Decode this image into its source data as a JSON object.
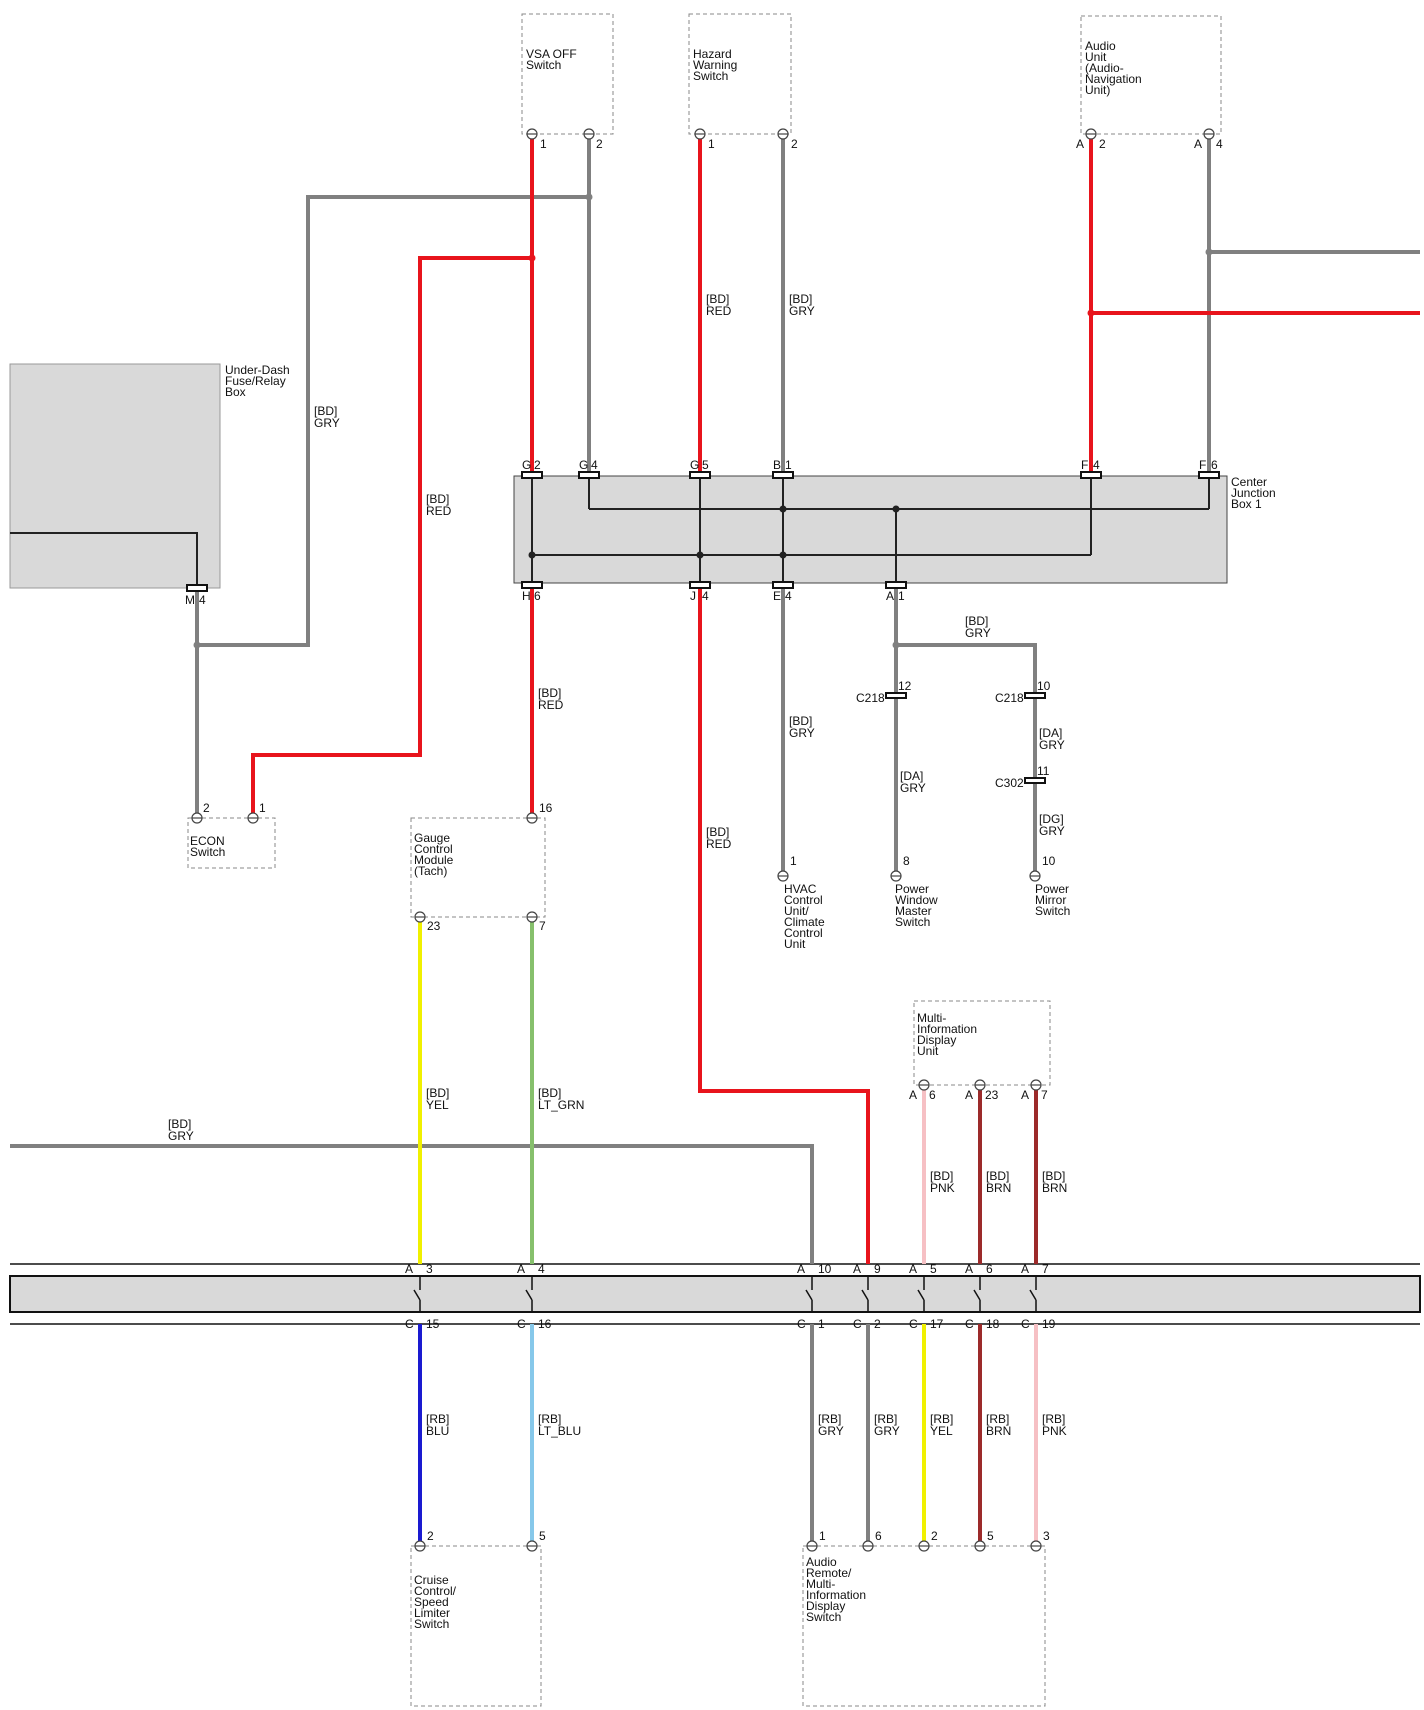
{
  "colors": {
    "GRY": "#808080",
    "RED": "#e8141c",
    "YEL": "#f0f000",
    "LT_GRN": "#86c06c",
    "BLU": "#1a1ad0",
    "LT_BLU": "#86c8ea",
    "PNK": "#f6c0c4",
    "BRN": "#9c2a2a"
  },
  "components": {
    "vsa_off_switch": [
      "VSA OFF",
      "Switch"
    ],
    "hazard_warning_switch": [
      "Hazard",
      "Warning",
      "Switch"
    ],
    "audio_unit": [
      "Audio",
      "Unit",
      "(Audio-",
      "Navigation",
      "Unit)"
    ],
    "under_dash_box": [
      "Under-Dash",
      "Fuse/Relay",
      "Box"
    ],
    "center_junction_box": [
      "Center",
      "Junction",
      "Box 1"
    ],
    "econ_switch": [
      "ECON",
      "Switch"
    ],
    "gauge_control_module": [
      "Gauge",
      "Control",
      "Module",
      "(Tach)"
    ],
    "hvac_control_unit": [
      "HVAC",
      "Control",
      "Unit/",
      "Climate",
      "Control",
      "Unit"
    ],
    "power_window_master_switch": [
      "Power",
      "Window",
      "Master",
      "Switch"
    ],
    "power_mirror_switch": [
      "Power",
      "Mirror",
      "Switch"
    ],
    "multi_information_display_unit": [
      "Multi-",
      "Information",
      "Display",
      "Unit"
    ],
    "cruise_control_switch": [
      "Cruise",
      "Control/",
      "Speed",
      "Limiter",
      "Switch"
    ],
    "audio_remote_switch": [
      "Audio",
      "Remote/",
      "Multi-",
      "Information",
      "Display",
      "Switch"
    ]
  },
  "wire_labels": {
    "bd": "[BD]",
    "da": "[DA]",
    "dg": "[DG]",
    "rb": "[RB]",
    "red": "RED",
    "gry": "GRY",
    "yel": "YEL",
    "lt_grn": "LT_GRN",
    "blu": "BLU",
    "lt_blu": "LT_BLU",
    "pnk": "PNK",
    "brn": "BRN"
  },
  "connectors": {
    "c218": "C218",
    "c302": "C302"
  },
  "pins": {
    "vsa_1": "1",
    "vsa_2": "2",
    "haz_1": "1",
    "haz_2": "2",
    "aud_a": "A",
    "aud_2": "2",
    "aud_a2": "A",
    "aud_4": "4",
    "cj_g2_l": "G",
    "cj_g2_n": "2",
    "cj_g4_l": "G",
    "cj_g4_n": "4",
    "cj_g5_l": "G",
    "cj_g5_n": "5",
    "cj_b1_l": "B",
    "cj_b1_n": "1",
    "cj_f4_l": "F",
    "cj_f4_n": "4",
    "cj_f6_l": "F",
    "cj_f6_n": "6",
    "cj_h6_l": "H",
    "cj_h6_n": "6",
    "cj_j4_l": "J",
    "cj_j4_n": "4",
    "cj_e4_l": "E",
    "cj_e4_n": "4",
    "cj_a1_l": "A",
    "cj_a1_n": "1",
    "ud_m": "M",
    "ud_4": "4",
    "econ_2": "2",
    "econ_1": "1",
    "gcm_16": "16",
    "gcm_23": "23",
    "gcm_7": "7",
    "hvac_1": "1",
    "pw_8": "8",
    "pm_10": "10",
    "c218a": "12",
    "c218b": "10",
    "c302": "11",
    "mid_a6_l": "A",
    "mid_a6_n": "6",
    "mid_a23_l": "A",
    "mid_a23_n": "23",
    "mid_a7_l": "A",
    "mid_a7_n": "7",
    "j_a3_l": "A",
    "j_a3_n": "3",
    "j_a4_l": "A",
    "j_a4_n": "4",
    "j_a10_l": "A",
    "j_a10_n": "10",
    "j_a9_l": "A",
    "j_a9_n": "9",
    "j_a5_l": "A",
    "j_a5_n": "5",
    "j_a6_l": "A",
    "j_a6_n": "6",
    "j_a7_l": "A",
    "j_a7_n": "7",
    "j_c15_l": "C",
    "j_c15_n": "15",
    "j_c16_l": "C",
    "j_c16_n": "16",
    "j_c1_l": "C",
    "j_c1_n": "1",
    "j_c2_l": "C",
    "j_c2_n": "2",
    "j_c17_l": "C",
    "j_c17_n": "17",
    "j_c18_l": "C",
    "j_c18_n": "18",
    "j_c19_l": "C",
    "j_c19_n": "19",
    "cc_2": "2",
    "cc_5": "5",
    "ar_1": "1",
    "ar_6": "6",
    "ar_2": "2",
    "ar_5": "5",
    "ar_3": "3"
  }
}
